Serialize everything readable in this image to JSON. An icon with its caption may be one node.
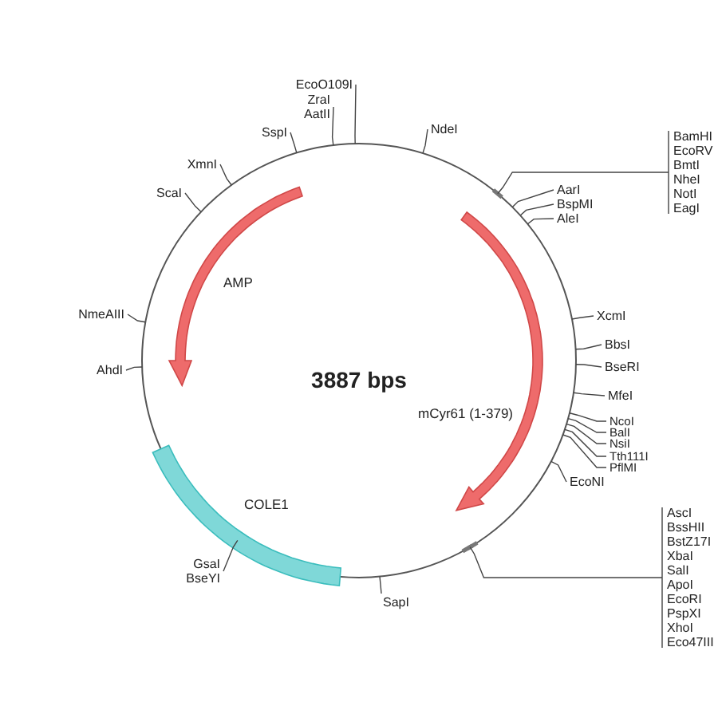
{
  "diagram": {
    "nodes": [
      {
        "text": [
          "EcoO109I"
        ]
      },
      {
        "text": [
          "ZraI",
          "AatII"
        ]
      },
      {
        "text": [
          "SspI"
        ]
      },
      {
        "text": [
          "NdeI"
        ]
      },
      {
        "text": [
          "XmnI"
        ]
      },
      {
        "text": [
          "ScaI"
        ]
      },
      {
        "text": [
          "BamHI",
          "EcoRV",
          "BmtI",
          "NheI",
          "NotI",
          "EagI"
        ]
      },
      {
        "text": [
          "AarI"
        ]
      },
      {
        "text": [
          "BspMI"
        ]
      },
      {
        "text": [
          "AleI"
        ]
      },
      {
        "text": [
          "XcmI"
        ]
      },
      {
        "text": [
          "BbsI"
        ]
      },
      {
        "text": [
          "BseRI"
        ]
      },
      {
        "text": [
          "MfeI"
        ]
      },
      {
        "text": [
          "NmeAIII"
        ]
      },
      {
        "text": [
          "AhdI"
        ]
      },
      {
        "text": [
          "NcoI"
        ]
      },
      {
        "text": [
          "BalI"
        ]
      },
      {
        "text": [
          "NsiI"
        ]
      },
      {
        "text": [
          "Tth111I"
        ]
      },
      {
        "text": [
          "PflMI"
        ]
      },
      {
        "text": [
          "EcoNI"
        ]
      },
      {
        "text": [
          "AscI",
          "BssHII",
          "BstZ17I",
          "XbaI",
          "SalI",
          "ApoI",
          "EcoRI",
          "PspXI",
          "XhoI",
          "Eco47III"
        ]
      },
      {
        "text": [
          "GsaI",
          "BseYI"
        ]
      },
      {
        "text": [
          "SapI"
        ]
      }
    ],
    "edges": [
      {
        "from": 0,
        "to": null,
        "arrow": "none"
      },
      {
        "from": 1,
        "to": null,
        "arrow": "none"
      },
      {
        "from": 2,
        "to": null,
        "arrow": "none"
      },
      {
        "from": 3,
        "to": null,
        "arrow": "none"
      },
      {
        "from": 4,
        "to": null,
        "arrow": "none"
      },
      {
        "from": 5,
        "to": null,
        "arrow": "none"
      },
      {
        "from": 6,
        "to": null,
        "arrow": "none"
      },
      {
        "from": 7,
        "to": null,
        "arrow": "none"
      },
      {
        "from": 8,
        "to": null,
        "arrow": "none"
      },
      {
        "from": 9,
        "to": null,
        "arrow": "none"
      },
      {
        "from": 10,
        "to": null,
        "arrow": "none"
      },
      {
        "from": 11,
        "to": null,
        "arrow": "none"
      },
      {
        "from": 12,
        "to": null,
        "arrow": "none"
      },
      {
        "from": 13,
        "to": null,
        "arrow": "none"
      },
      {
        "from": 14,
        "to": null,
        "arrow": "none"
      },
      {
        "from": 15,
        "to": null,
        "arrow": "none"
      },
      {
        "from": 16,
        "to": null,
        "arrow": "none"
      },
      {
        "from": 17,
        "to": null,
        "arrow": "none"
      },
      {
        "from": 18,
        "to": null,
        "arrow": "none"
      },
      {
        "from": 19,
        "to": null,
        "arrow": "none"
      },
      {
        "from": 20,
        "to": null,
        "arrow": "none"
      },
      {
        "from": 21,
        "to": null,
        "arrow": "none"
      },
      {
        "from": 22,
        "to": null,
        "arrow": "none"
      },
      {
        "from": 23,
        "to": null,
        "arrow": "none"
      },
      {
        "from": 24,
        "to": null,
        "arrow": "none"
      }
    ],
    "labels": [
      "AMP",
      "3887 bps",
      "mCyr61 (1-379)",
      "COLE1"
    ]
  }
}
